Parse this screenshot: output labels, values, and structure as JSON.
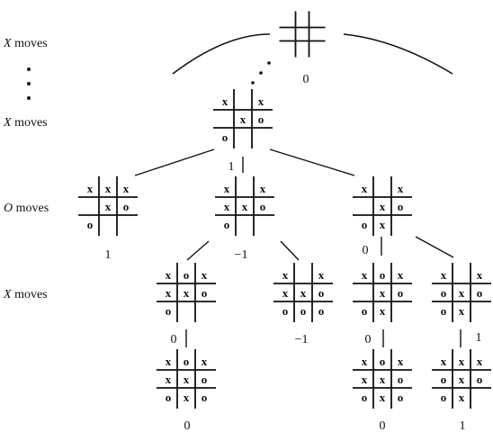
{
  "row_labels": {
    "x_moves": {
      "letter": "X",
      "word": " moves"
    },
    "o_moves": {
      "letter": "O",
      "word": " moves"
    }
  },
  "nodes": {
    "root": {
      "cells": [],
      "value": "0"
    },
    "n1": {
      "cells": [
        "x",
        "",
        "x",
        "",
        "x",
        "o",
        "o",
        "",
        ""
      ],
      "value": "1"
    },
    "n2a": {
      "cells": [
        "x",
        "x",
        "x",
        "",
        "x",
        "o",
        "o",
        "",
        ""
      ],
      "value": "1"
    },
    "n2b": {
      "cells": [
        "x",
        "",
        "x",
        "x",
        "x",
        "o",
        "o",
        "",
        ""
      ],
      "value": "−1"
    },
    "n2c": {
      "cells": [
        "x",
        "",
        "x",
        "",
        "x",
        "o",
        "o",
        "x",
        ""
      ],
      "value": "0"
    },
    "n3a": {
      "cells": [
        "x",
        "o",
        "x",
        "x",
        "x",
        "o",
        "o",
        "",
        ""
      ],
      "value": "0"
    },
    "n3b": {
      "cells": [
        "x",
        "",
        "x",
        "x",
        "x",
        "o",
        "o",
        "o",
        "o"
      ],
      "value": "−1"
    },
    "n3c": {
      "cells": [
        "x",
        "o",
        "x",
        "",
        "x",
        "o",
        "o",
        "x",
        ""
      ],
      "value": "0"
    },
    "n3d": {
      "cells": [
        "x",
        "",
        "x",
        "o",
        "x",
        "o",
        "o",
        "x",
        ""
      ],
      "value": "1"
    },
    "n4a": {
      "cells": [
        "x",
        "o",
        "x",
        "x",
        "x",
        "o",
        "o",
        "x",
        "o"
      ],
      "value": "0"
    },
    "n4c": {
      "cells": [
        "x",
        "o",
        "x",
        "x",
        "x",
        "o",
        "o",
        "x",
        "o"
      ],
      "value": "0"
    },
    "n4d": {
      "cells": [
        "x",
        "x",
        "x",
        "o",
        "x",
        "o",
        "o",
        "x",
        ""
      ],
      "value": "1"
    }
  }
}
